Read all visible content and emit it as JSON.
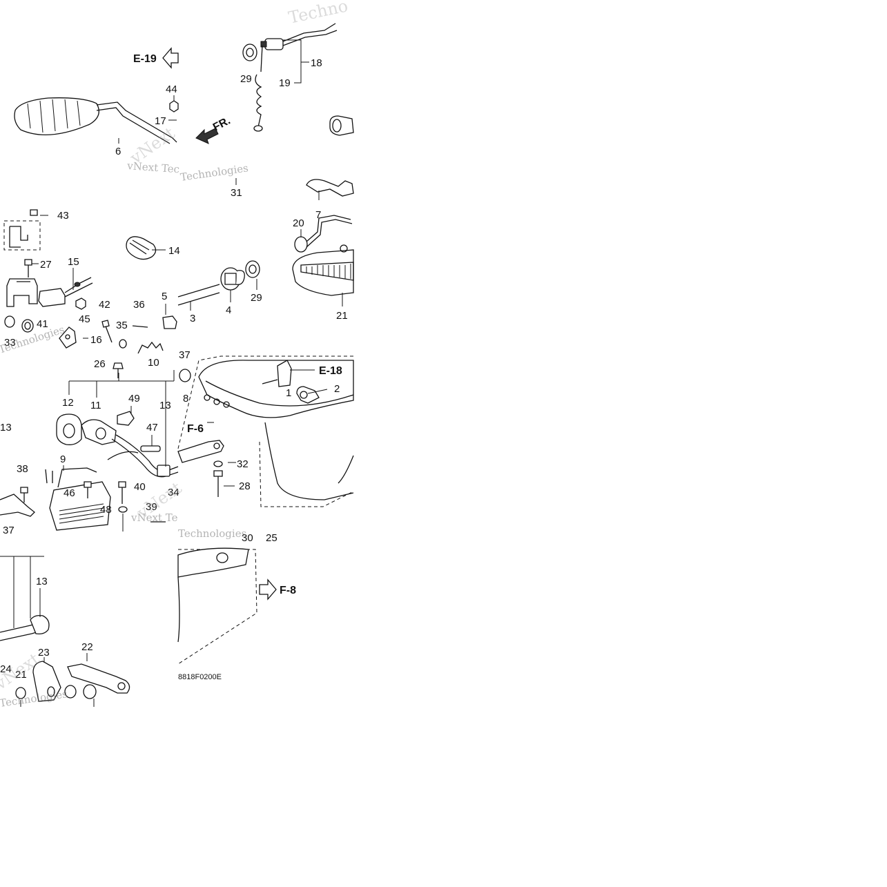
{
  "diagram": {
    "drawing_code": "8818F0200E",
    "watermark": {
      "lines": [
        "vNext Tec",
        "vNext Te",
        "Technologies",
        "Technologies",
        "Technologies",
        "Techno",
        "Technologies",
        "vNext",
        "vNext",
        "vNext"
      ]
    },
    "section_refs": [
      {
        "label": "E-19"
      },
      {
        "label": "FR."
      },
      {
        "label": "E-18"
      },
      {
        "label": "F-6"
      },
      {
        "label": "F-8"
      }
    ],
    "callouts": [
      "1",
      "2",
      "3",
      "4",
      "5",
      "6",
      "7",
      "8",
      "9",
      "10",
      "11",
      "12",
      "13",
      "13",
      "13",
      "14",
      "15",
      "16",
      "17",
      "18",
      "19",
      "20",
      "21",
      "21",
      "22",
      "23",
      "24",
      "25",
      "26",
      "27",
      "28",
      "29",
      "29",
      "30",
      "31",
      "32",
      "33",
      "34",
      "35",
      "36",
      "37",
      "37",
      "38",
      "39",
      "40",
      "41",
      "42",
      "43",
      "44",
      "45",
      "46",
      "47",
      "48",
      "49"
    ]
  }
}
